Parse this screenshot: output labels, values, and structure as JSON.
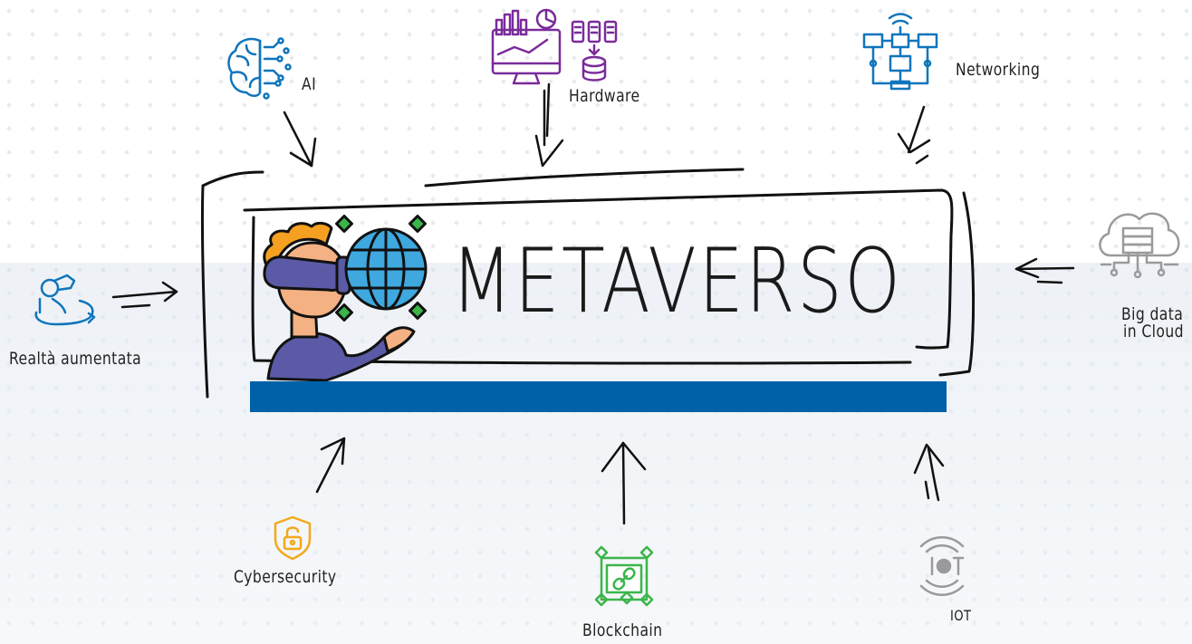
{
  "title": "METAVERSO",
  "nodes": {
    "ai": {
      "label": "AI",
      "icon": "brain-circuit-icon"
    },
    "hardware": {
      "label": "Hardware",
      "icon": "monitor-dashboard-database-icon"
    },
    "networking": {
      "label": "Networking",
      "icon": "network-topology-icon"
    },
    "big_data": {
      "label_line1": "Big data",
      "label_line2": "in Cloud",
      "icon": "cloud-server-icon"
    },
    "ar": {
      "label": "Realtà aumentata",
      "icon": "vr-headset-user-icon"
    },
    "cybersecurity": {
      "label": "Cybersecurity",
      "icon": "shield-lock-icon"
    },
    "blockchain": {
      "label": "Blockchain",
      "icon": "blockchain-cubes-icon"
    },
    "iot": {
      "label": "IOT",
      "icon": "iot-signal-icon"
    }
  },
  "colors": {
    "accent_bar": "#0061a8",
    "ai_icon": "#0f75bc",
    "hardware_icon": "#7a2b9a",
    "networking_icon": "#0f75bc",
    "big_data_icon": "#9a9a9a",
    "ar_icon": "#0f75bc",
    "cyber_icon": "#f2a91a",
    "blockchain_icon": "#3bb54a",
    "iot_icon": "#9a9a9a"
  }
}
